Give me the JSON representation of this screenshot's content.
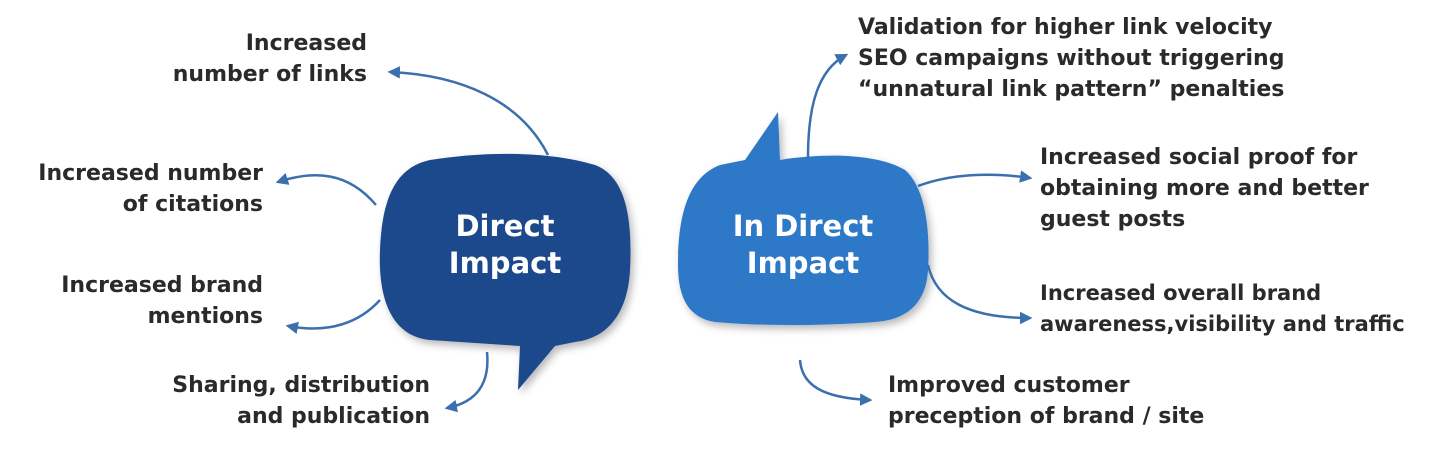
{
  "colors": {
    "direct_bubble": "#1b4a8c",
    "indirect_bubble": "#2e78c8",
    "arrow": "#3c6fae",
    "text": "#2a2a2a"
  },
  "direct": {
    "title_lines": [
      "Direct",
      "Impact"
    ],
    "items": [
      {
        "lines": [
          "Increased",
          "number of links"
        ]
      },
      {
        "lines": [
          "Increased number",
          "of citations"
        ]
      },
      {
        "lines": [
          "Increased brand",
          "mentions"
        ]
      },
      {
        "lines": [
          "Sharing, distribution",
          "and publication"
        ]
      }
    ]
  },
  "indirect": {
    "title_lines": [
      "In Direct",
      "Impact"
    ],
    "items": [
      {
        "lines": [
          "Validation for higher link velocity",
          "SEO campaigns without triggering",
          "“unnatural link pattern” penalties"
        ]
      },
      {
        "lines": [
          "Increased social proof for",
          "obtaining more and better",
          "guest posts"
        ]
      },
      {
        "lines": [
          "Increased overall brand",
          "awareness,visibility and traffic"
        ]
      },
      {
        "lines": [
          "Improved customer",
          "preception of brand / site"
        ]
      }
    ]
  }
}
